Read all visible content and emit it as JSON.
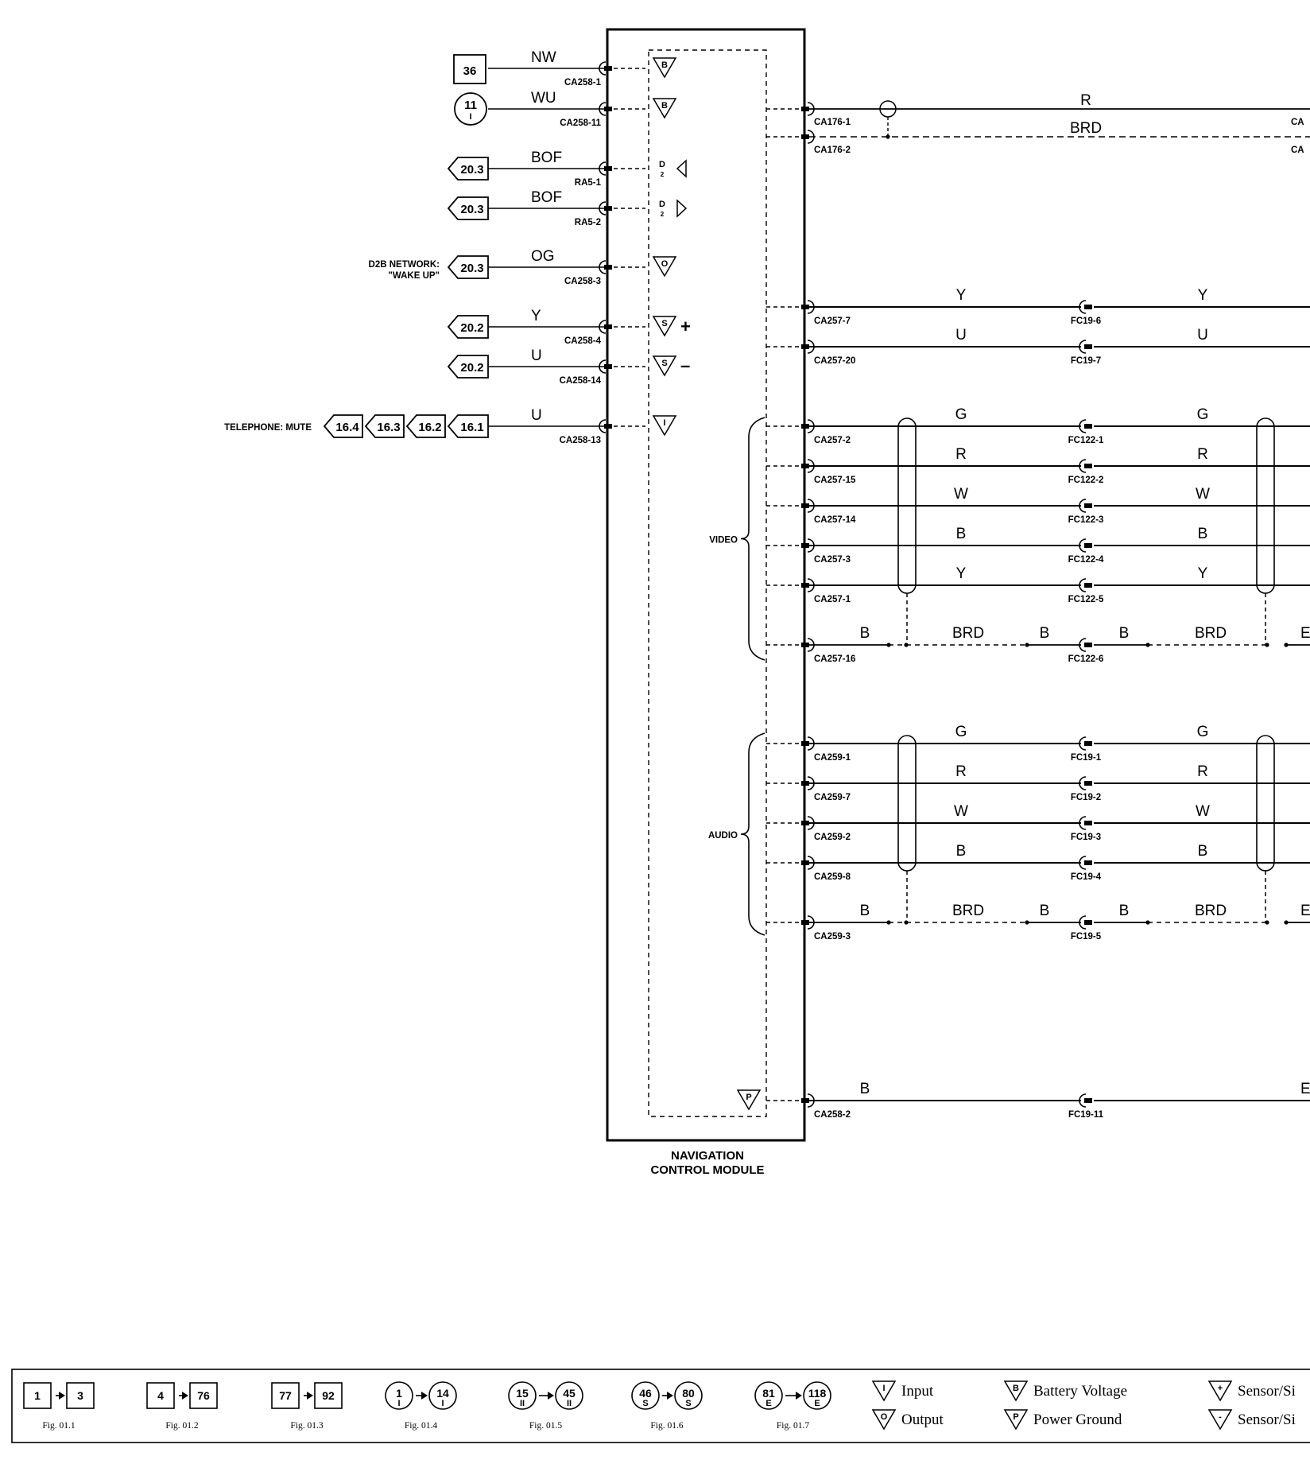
{
  "module": {
    "name_line1": "NAVIGATION",
    "name_line2": "CONTROL MODULE"
  },
  "left_labels": {
    "d2b": "D2B NETWORK:",
    "wake": "\"WAKE UP\"",
    "telephone": "TELEPHONE: MUTE"
  },
  "left_pins": [
    {
      "flag": "36",
      "flag_style": "box",
      "wire": "NW",
      "connector": "CA258-1",
      "symbol": "B"
    },
    {
      "flag": "11",
      "flag_sub": "I",
      "flag_style": "circle",
      "wire": "WU",
      "connector": "CA258-11",
      "symbol": "B"
    },
    {
      "flag": "20.3",
      "flag_style": "arrow",
      "wire": "BOF",
      "connector": "RA5-1",
      "symbol": "D2-left"
    },
    {
      "flag": "20.3",
      "flag_style": "arrow",
      "wire": "BOF",
      "connector": "RA5-2",
      "symbol": "D2-right"
    },
    {
      "flag": "20.3",
      "flag_style": "arrow",
      "wire": "OG",
      "connector": "CA258-3",
      "symbol": "O"
    },
    {
      "flag": "20.2",
      "flag_style": "arrow",
      "wire": "Y",
      "connector": "CA258-4",
      "symbol": "S+"
    },
    {
      "flag": "20.2",
      "flag_style": "arrow",
      "wire": "U",
      "connector": "CA258-14",
      "symbol": "S-"
    },
    {
      "flags": [
        "16.4",
        "16.3",
        "16.2",
        "16.1"
      ],
      "flag_style": "arrow-chain",
      "wire": "U",
      "connector": "CA258-13",
      "symbol": "I"
    }
  ],
  "top_right": {
    "r1": {
      "connector": "CA176-1",
      "wire": "R",
      "edge": "CA"
    },
    "r2": {
      "connector": "CA176-2",
      "wire": "BRD",
      "edge": "CA"
    }
  },
  "right_pins": [
    {
      "connector": "CA257-7",
      "wire": "Y",
      "far_connector": "FC19-6",
      "far_wire": "Y"
    },
    {
      "connector": "CA257-20",
      "wire": "U",
      "far_connector": "FC19-7",
      "far_wire": "U"
    }
  ],
  "video": {
    "label": "VIDEO",
    "pins": [
      {
        "connector": "CA257-2",
        "wire": "G",
        "far_connector": "FC122-1",
        "far_wire": "G"
      },
      {
        "connector": "CA257-15",
        "wire": "R",
        "far_connector": "FC122-2",
        "far_wire": "R"
      },
      {
        "connector": "CA257-14",
        "wire": "W",
        "far_connector": "FC122-3",
        "far_wire": "W"
      },
      {
        "connector": "CA257-3",
        "wire": "B",
        "far_connector": "FC122-4",
        "far_wire": "B"
      },
      {
        "connector": "CA257-1",
        "wire": "Y",
        "far_connector": "FC122-5",
        "far_wire": "Y"
      }
    ],
    "drain": {
      "connector": "CA257-16",
      "w1": "B",
      "w2": "BRD",
      "w3": "B",
      "far_connector": "FC122-6",
      "w4": "B",
      "w5": "BRD",
      "w6": "E"
    }
  },
  "audio": {
    "label": "AUDIO",
    "pins": [
      {
        "connector": "CA259-1",
        "wire": "G",
        "far_connector": "FC19-1",
        "far_wire": "G"
      },
      {
        "connector": "CA259-7",
        "wire": "R",
        "far_connector": "FC19-2",
        "far_wire": "R"
      },
      {
        "connector": "CA259-2",
        "wire": "W",
        "far_connector": "FC19-3",
        "far_wire": "W"
      },
      {
        "connector": "CA259-8",
        "wire": "B",
        "far_connector": "FC19-4",
        "far_wire": "B"
      }
    ],
    "drain": {
      "connector": "CA259-3",
      "w1": "B",
      "w2": "BRD",
      "w3": "B",
      "far_connector": "FC19-5",
      "w4": "B",
      "w5": "BRD",
      "w6": "E"
    }
  },
  "ground": {
    "connector": "CA258-2",
    "wire": "B",
    "far_connector": "FC19-11",
    "edge": "E",
    "symbol": "P"
  },
  "legend": {
    "ranges": [
      {
        "from": "1",
        "to": "3",
        "style": "box",
        "fig": "Fig. 01.1"
      },
      {
        "from": "4",
        "to": "76",
        "style": "box",
        "fig": "Fig. 01.2"
      },
      {
        "from": "77",
        "to": "92",
        "style": "box",
        "fig": "Fig. 01.3"
      },
      {
        "from": "1",
        "to": "14",
        "sub": "I",
        "style": "circle",
        "fig": "Fig. 01.4"
      },
      {
        "from": "15",
        "to": "45",
        "sub": "II",
        "style": "circle",
        "fig": "Fig. 01.5"
      },
      {
        "from": "46",
        "to": "80",
        "sub": "S",
        "style": "circle",
        "fig": "Fig. 01.6"
      },
      {
        "from": "81",
        "to": "118",
        "sub": "E",
        "style": "circle",
        "fig": "Fig. 01.7"
      }
    ],
    "symbols": [
      {
        "sym": "I",
        "label": "Input"
      },
      {
        "sym": "O",
        "label": "Output"
      },
      {
        "sym": "B",
        "label": "Battery Voltage"
      },
      {
        "sym": "P",
        "label": "Power Ground"
      },
      {
        "sym": "+",
        "label": "Sensor/Si"
      },
      {
        "sym": "-",
        "label": "Sensor/Si"
      }
    ]
  }
}
